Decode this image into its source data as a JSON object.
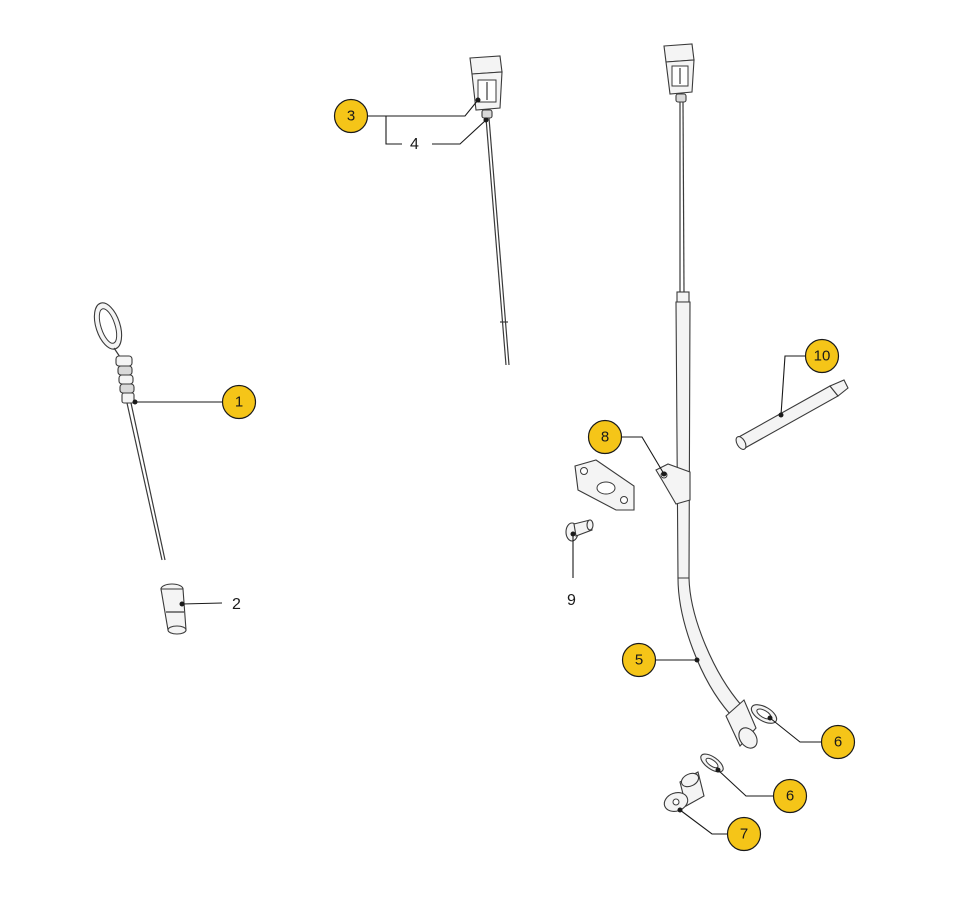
{
  "colors": {
    "badge_fill": "#f5c518",
    "line": "#1a1a1a"
  },
  "callouts": {
    "c1": "1",
    "c2": "2",
    "c3": "3",
    "c4": "4",
    "c5": "5",
    "c6a": "6",
    "c6b": "6",
    "c7": "7",
    "c8": "8",
    "c9": "9",
    "c10": "10"
  }
}
